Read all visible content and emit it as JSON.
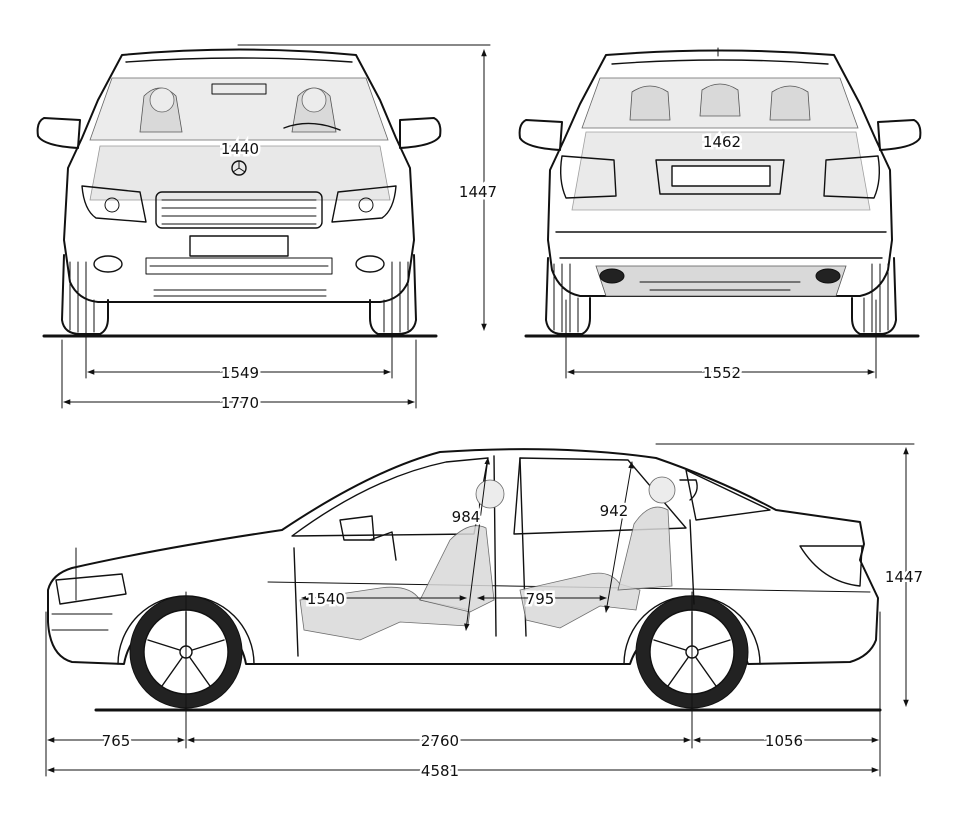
{
  "front_view": {
    "dim_overall_height": "1447",
    "dim_front_track": "1549",
    "dim_overall_width": "1770",
    "dim_interior_width": "1440"
  },
  "rear_view": {
    "dim_rear_track": "1552",
    "dim_interior_width": "1462"
  },
  "side_view": {
    "dim_overall_height": "1447",
    "dim_front_headroom": "984",
    "dim_rear_headroom": "942",
    "dim_front_legroom": "1540",
    "dim_rear_legroom": "795",
    "dim_front_overhang": "765",
    "dim_wheelbase": "2760",
    "dim_rear_overhang": "1056",
    "dim_overall_length": "4581"
  }
}
